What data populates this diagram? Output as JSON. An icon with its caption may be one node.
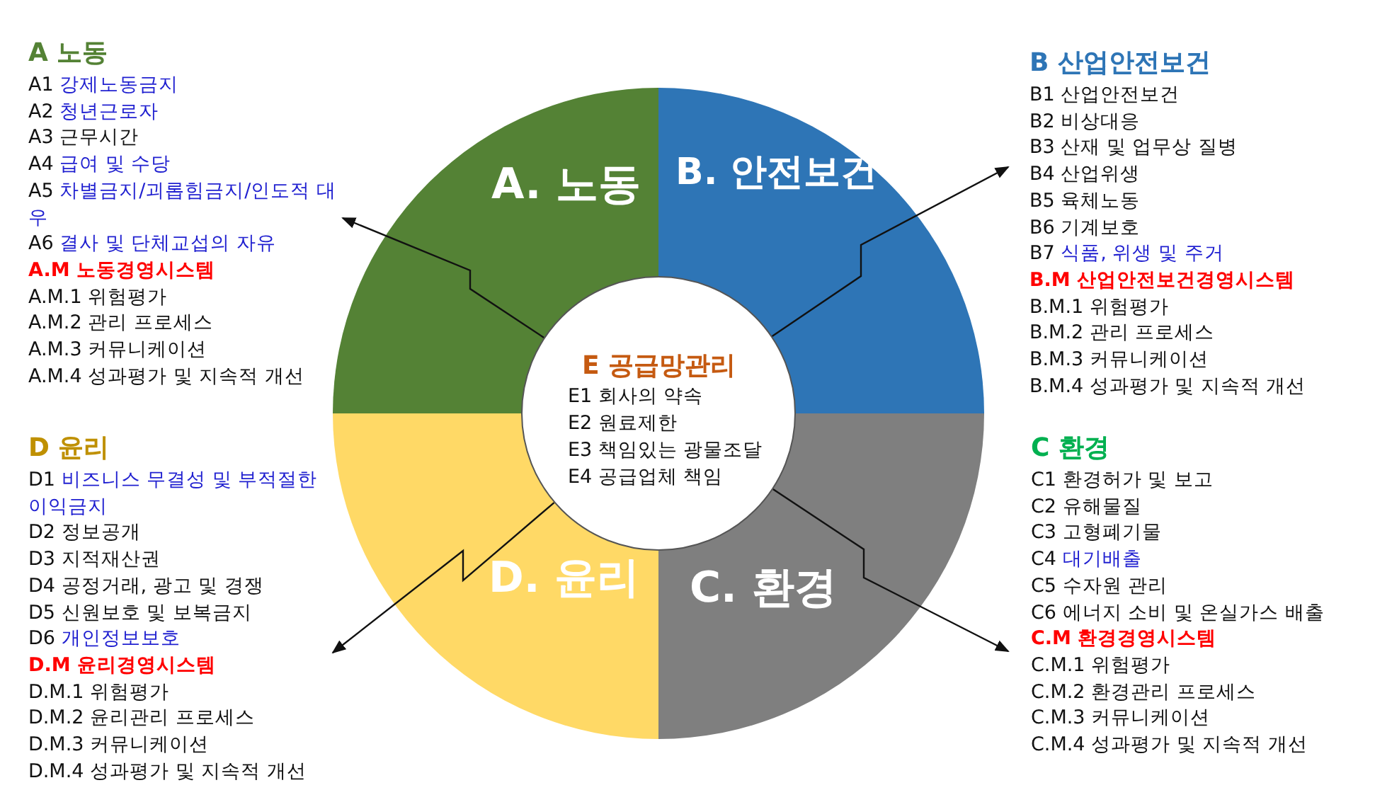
{
  "diagram": {
    "nodes": [
      {
        "text": [
          "A 노동",
          "A1 강제노동금지",
          "A2 청년근로자",
          "A3 근무시간",
          "A4 급여 및 수당",
          "A5 차별금지/괴롭힘금지/인도적 대우",
          "A6 결사 및 단체교섭의 자유",
          "A.M 노동경영시스템",
          "A.M.1 위험평가",
          "A.M.2 관리 프로세스",
          "A.M.3 커뮤니케이션",
          "A.M.4 성과평가 및 지속적 개선"
        ]
      },
      {
        "text": [
          "A. 노동"
        ]
      },
      {
        "text": [
          "B. 안전보건"
        ]
      },
      {
        "text": [
          "B 산업안전보건",
          "B1 산업안전보건",
          "B2 비상대응",
          "B3 산재 및 업무상 질병",
          "B4 산업위생",
          "B5 육체노동",
          "B6 기계보호",
          "B7 식품, 위생 및 주거",
          "B.M 산업안전보건경영시스템",
          "B.M.1 위험평가",
          "B.M.2 관리 프로세스",
          "B.M.3 커뮤니케이션",
          "B.M.4 성과평가 및 지속적 개선"
        ]
      },
      {
        "text": [
          "E 공급망관리",
          "E1 회사의 약속",
          "E2 원료제한",
          "E3 책임있는 광물조달",
          "E4 공급업체 책임"
        ]
      },
      {
        "text": [
          "D 윤리",
          "D1 비즈니스 무결성 및 부적절한 이익금지",
          "D2 정보공개",
          "D3 지적재산권",
          "D4 공정거래, 광고 및 경쟁",
          "D5 신원보호 및 보복금지",
          "D6 개인정보보호",
          "D.M 윤리경영시스템",
          "D.M.1 위험평가",
          "D.M.2 윤리관리 프로세스",
          "D.M.3 커뮤니케이션",
          "D.M.4 성과평가 및 지속적 개선"
        ]
      },
      {
        "text": [
          "D. 윤리"
        ]
      },
      {
        "text": [
          "C. 환경"
        ]
      },
      {
        "text": [
          "C 환경",
          "C1 환경허가 및 보고",
          "C2 유해물질",
          "C3 고형폐기물",
          "C4 대기배출",
          "C5 수자원 관리",
          "C6 에너지 소비 및 온실가스 배출",
          "C.M 환경경영시스템",
          "C.M.1 위험평가",
          "C.M.2 환경관리 프로세스",
          "C.M.3 커뮤니케이션",
          "C.M.4 성과평가 및 지속적 개선"
        ]
      }
    ],
    "edges": [
      {
        "from": 4,
        "to": 0,
        "arrow": "to"
      },
      {
        "from": 4,
        "to": 3,
        "arrow": "to"
      },
      {
        "from": 4,
        "to": 5,
        "arrow": "to"
      },
      {
        "from": 4,
        "to": 8,
        "arrow": "to"
      }
    ]
  }
}
